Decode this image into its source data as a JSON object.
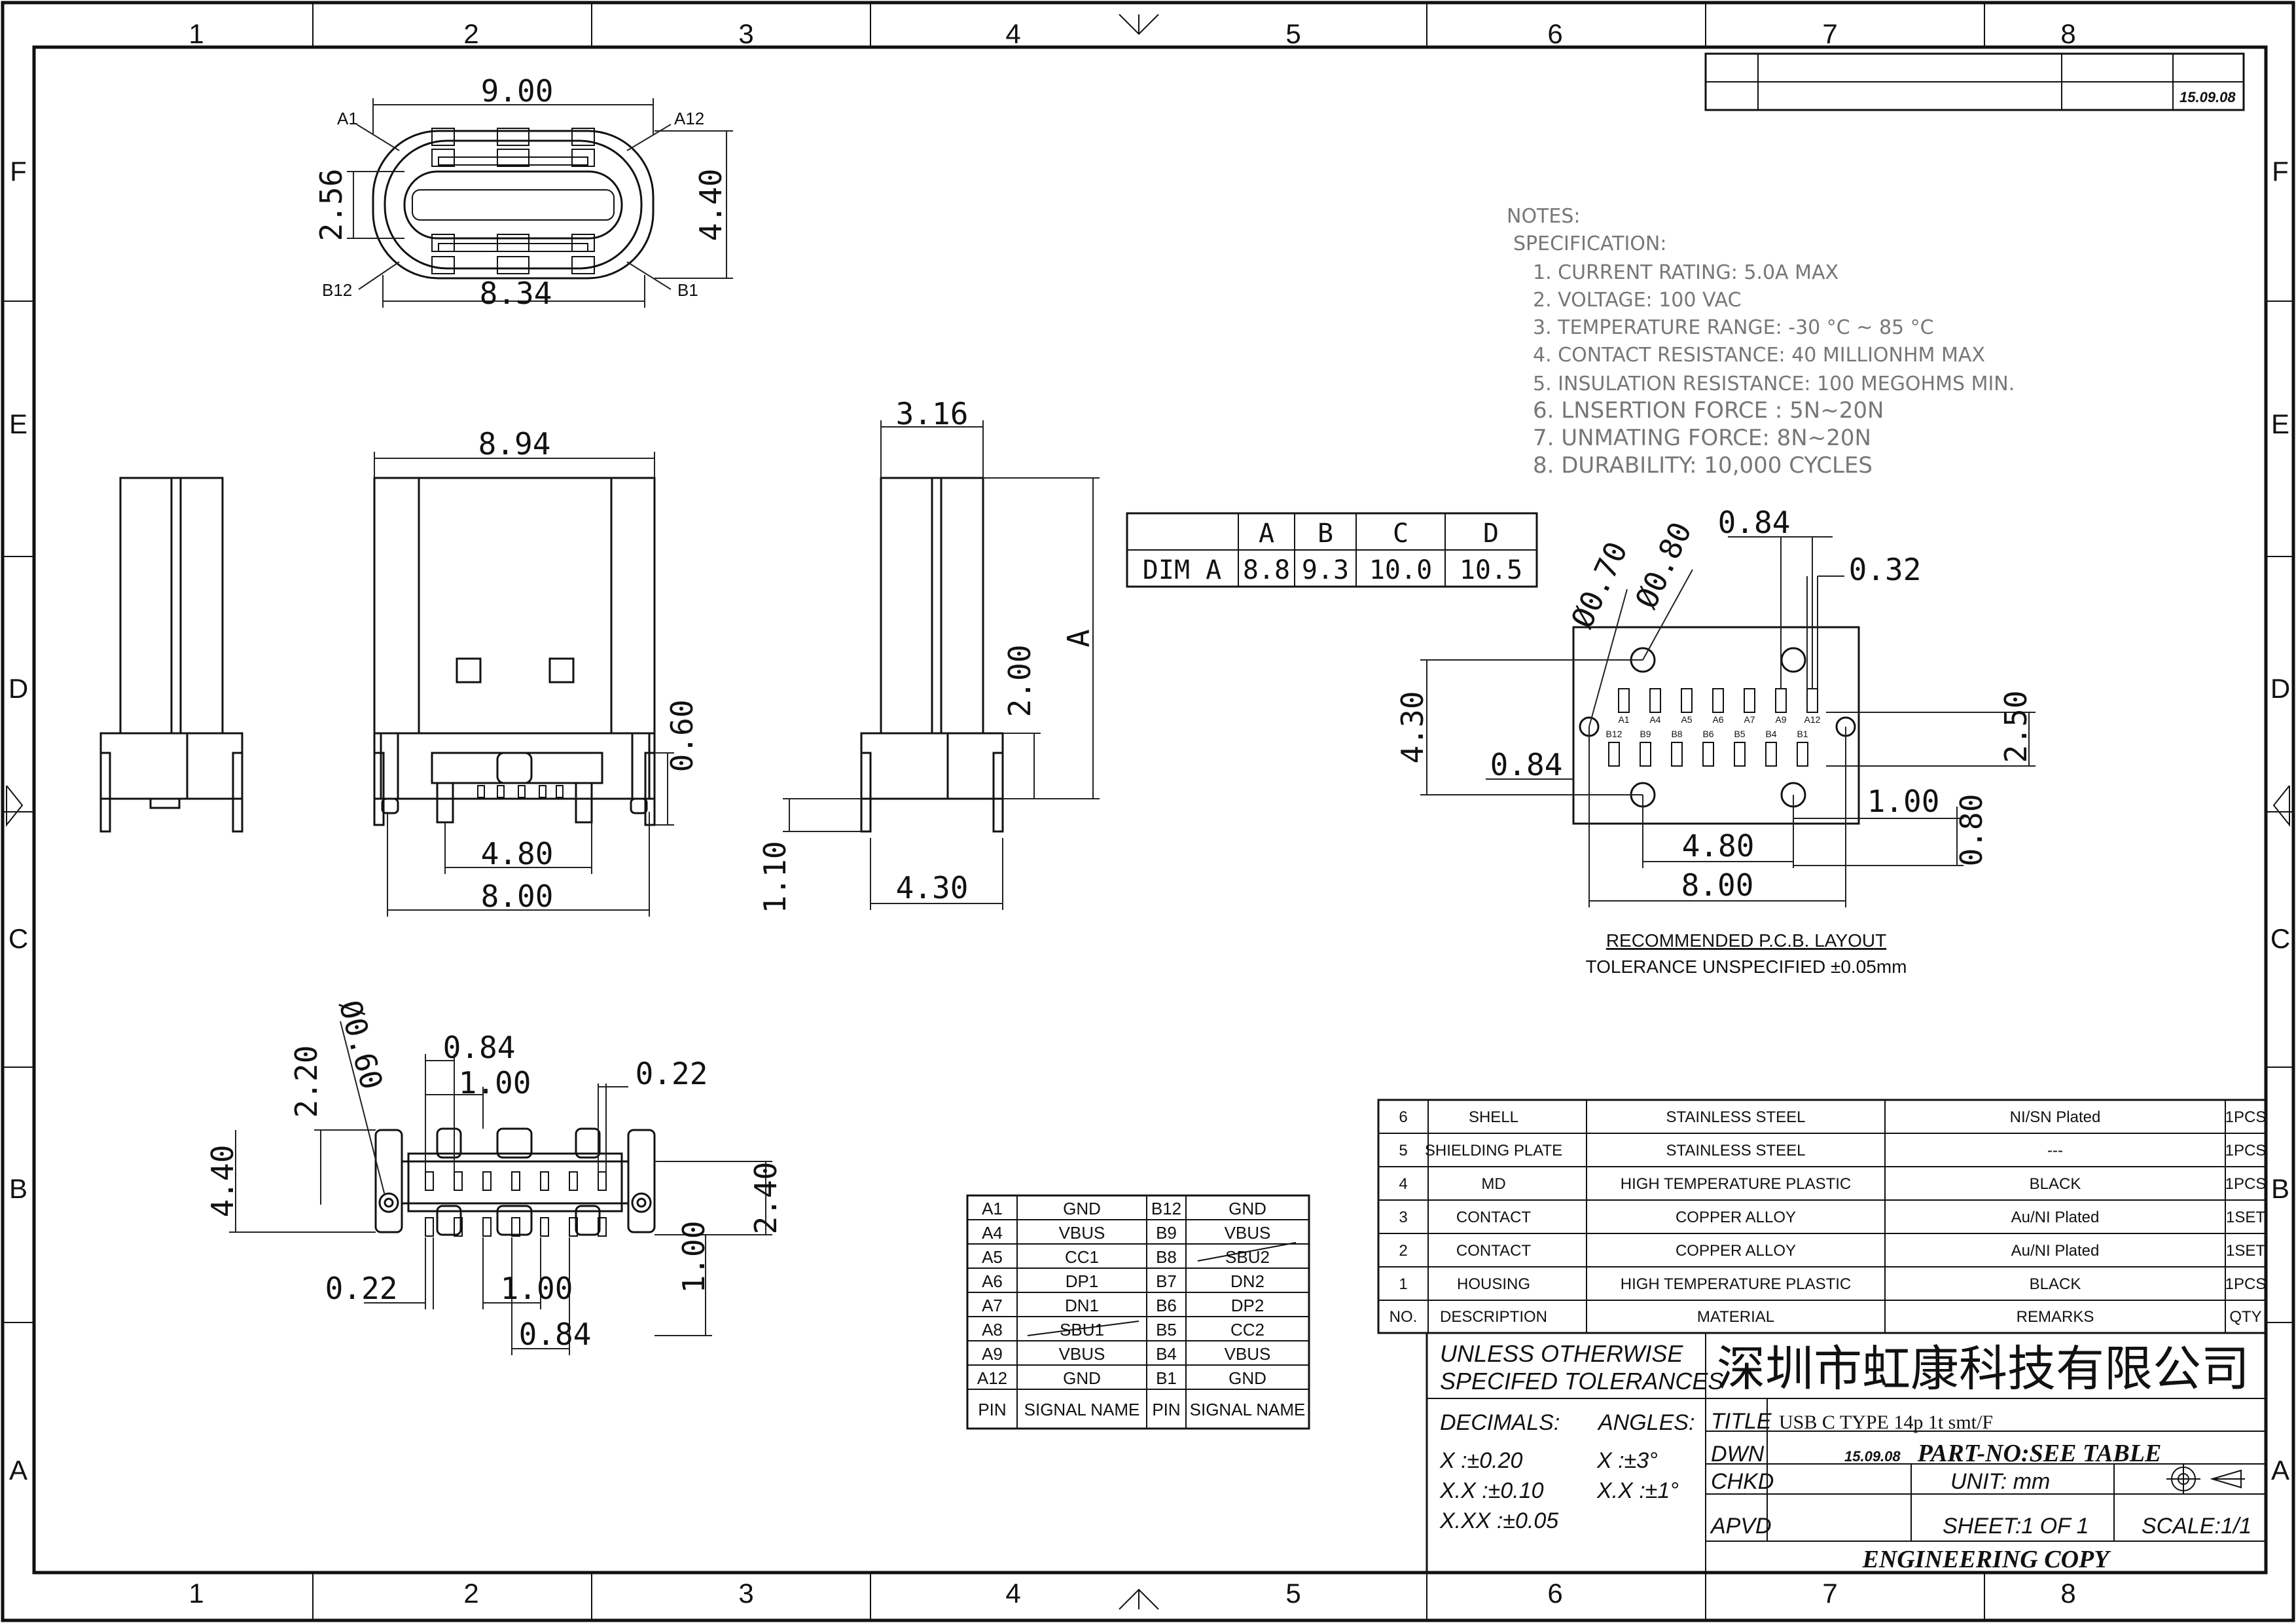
{
  "frame": {
    "columns": [
      "1",
      "2",
      "3",
      "4",
      "5",
      "6",
      "7",
      "8"
    ],
    "rows": [
      "F",
      "E",
      "D",
      "C",
      "B",
      "A"
    ]
  },
  "revision": {
    "date": "15.09.08"
  },
  "top_view": {
    "width_top": "9.00",
    "width_bottom": "8.34",
    "height_left": "2.56",
    "height_right": "4.40",
    "pin_a1": "A1",
    "pin_a12": "A12",
    "pin_b12": "B12",
    "pin_b1": "B1"
  },
  "front_view": {
    "width": "8.94",
    "pad_span": "4.80",
    "leg_span": "8.00",
    "peg": "0.60"
  },
  "side_view": {
    "top": "3.16",
    "height_a": "A",
    "leg": "2.00",
    "standoff": "1.10",
    "base": "4.30"
  },
  "dim_table": {
    "headers": [
      "",
      "A",
      "B",
      "C",
      "D"
    ],
    "row_label": "DIM A",
    "values": [
      "8.8",
      "9.3",
      "10.0",
      "10.5"
    ]
  },
  "notes": {
    "title": "NOTES:",
    "subtitle": "SPECIFICATION:",
    "items": [
      "1. CURRENT RATING: 5.0A MAX",
      "2. VOLTAGE: 100 VAC",
      "3. TEMPERATURE RANGE: -30 °C ~ 85 °C",
      "4. CONTACT RESISTANCE: 40 MILLIONHM MAX",
      "5. INSULATION RESISTANCE: 100 MEGOHMS MIN.",
      "6. LNSERTION FORCE : 5N~20N",
      "7. UNMATING FORCE: 8N~20N",
      "8. DURABILITY:   10,000 CYCLES"
    ]
  },
  "pcb": {
    "d1": "Ø0.70",
    "d2": "Ø0.80",
    "pitch": "0.84",
    "pad_w": "0.32",
    "height": "4.30",
    "left_pitch": "0.84",
    "row_gap": "2.50",
    "hole_off": "1.00",
    "bottom_h": "0.80",
    "span_inner": "4.80",
    "span_outer": "8.00",
    "top_pins": [
      "A1",
      "A4",
      "A5",
      "A6",
      "A7",
      "A9",
      "A12"
    ],
    "bottom_pins": [
      "B12",
      "B9",
      "B8",
      "B6",
      "B5",
      "B4",
      "B1"
    ],
    "caption1": "RECOMMENDED   P.C.B.  LAYOUT",
    "caption2": "TOLERANCE  UNSPECIFIED  ±0.05mm"
  },
  "bottom_view": {
    "height": "2.20",
    "hole": "Ø0.60",
    "pitch": "0.84",
    "sub": "1.00",
    "pad": "0.22",
    "total": "4.40",
    "right_h": "2.40",
    "pad2": "0.22",
    "sub2": "1.00",
    "pitch2": "0.84",
    "bh": "1.00"
  },
  "pin_table": {
    "rows": [
      [
        "A1",
        "GND",
        "B12",
        "GND"
      ],
      [
        "A4",
        "VBUS",
        "B9",
        "VBUS"
      ],
      [
        "A5",
        "CC1",
        "B8",
        "SBU2"
      ],
      [
        "A6",
        "DP1",
        "B7",
        "DN2"
      ],
      [
        "A7",
        "DN1",
        "B6",
        "DP2"
      ],
      [
        "A8",
        "SBU1",
        "B5",
        "CC2"
      ],
      [
        "A9",
        "VBUS",
        "B4",
        "VBUS"
      ],
      [
        "A12",
        "GND",
        "B1",
        "GND"
      ]
    ],
    "footer": [
      "PIN",
      "SIGNAL NAME",
      "PIN",
      "SIGNAL NAME"
    ]
  },
  "bom": {
    "rows": [
      [
        "6",
        "SHELL",
        "STAINLESS  STEEL",
        "NI/SN  Plated",
        "1PCS"
      ],
      [
        "5",
        "SHIELDING PLATE",
        "STAINLESS  STEEL",
        "---",
        "1PCS"
      ],
      [
        "4",
        "MD",
        "HIGH TEMPERATURE PLASTIC",
        "BLACK",
        "1PCS"
      ],
      [
        "3",
        "CONTACT",
        "COPPER ALLOY",
        "Au/NI Plated",
        "1SET"
      ],
      [
        "2",
        "CONTACT",
        "COPPER ALLOY",
        "Au/NI Plated",
        "1SET"
      ],
      [
        "1",
        "HOUSING",
        "HIGH TEMPERATURE PLASTIC",
        "BLACK",
        "1PCS"
      ]
    ],
    "header": [
      "NO.",
      "DESCRIPTION",
      "MATERIAL",
      "REMARKS",
      "QTY"
    ]
  },
  "title_block": {
    "tol_line1": "UNLESS  OTHERWISE",
    "tol_line2": "SPECIFED  TOLERANCES",
    "company": "深圳市虹康科技有限公司",
    "decimals": "DECIMALS:",
    "angles": "ANGLES:",
    "tol_x": "X       :±0.20",
    "tol_xx": "X.X    :±0.10",
    "tol_xxx": "X.XX  :±0.05",
    "ang_x": "X    :±3°",
    "ang_xx": "X.X :±1°",
    "title_lbl": "TITLE",
    "title_val": "USB C TYPE 14p 1t smt/F",
    "dwn": "DWN",
    "dwn_date": "15.09.08",
    "part_no": "PART-NO:SEE TABLE",
    "chkd": "CHKD",
    "unit": "UNIT:   mm",
    "apvd": "APVD",
    "sheet": "SHEET:1  OF  1",
    "scale": "SCALE:1/1",
    "copy": "ENGINEERING  COPY"
  }
}
